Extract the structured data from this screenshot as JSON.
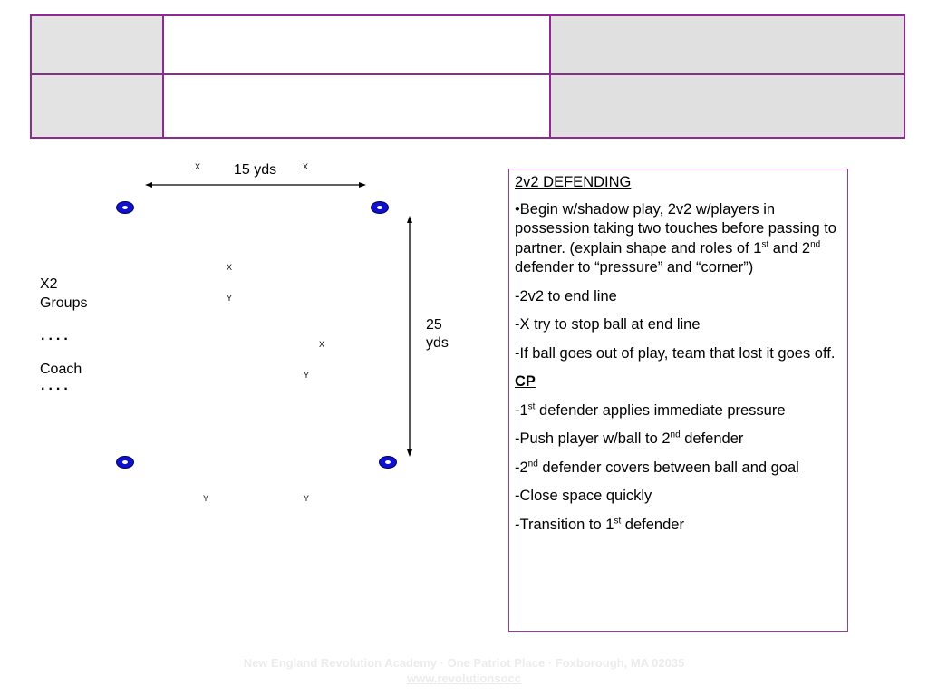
{
  "diagram": {
    "width_label": "15 yds",
    "height_label_1": "25",
    "height_label_2": "yds",
    "groups_label_1": "X2",
    "groups_label_2": "Groups",
    "dots": "....",
    "coach_label": "Coach",
    "player_x": "X",
    "player_y": "Y"
  },
  "notes": {
    "title": "2v2 DEFENDING",
    "bullet": "•",
    "intro_a": "Begin w/shadow play, 2v2 w/players in possession taking two touches before passing to partner. (explain shape and roles of 1",
    "st": "st",
    "intro_b": " and 2",
    "nd": "nd",
    "intro_c": " defender to “pressure” and “corner”)",
    "line1": "-2v2 to end line",
    "line2": "-X try to stop ball at end line",
    "line3": "-If  ball goes out of play, team that lost it goes off.",
    "cp_title": "CP",
    "cp1_a": "-1",
    "cp1_b": " defender applies immediate pressure",
    "cp2_a": "-Push player w/ball to 2",
    "cp2_b": " defender",
    "cp3_a": "-2",
    "cp3_b": " defender covers between ball and goal",
    "cp4": "-Close space quickly",
    "cp5_a": "-Transition to 1",
    "cp5_b": " defender"
  },
  "footer": {
    "address": "New England Revolution Academy · One Patriot Place · Foxborough, MA 02035",
    "url": "www.revolutionsocc"
  },
  "colors": {
    "border": "#8e2a91",
    "cone": "#1010d0"
  }
}
